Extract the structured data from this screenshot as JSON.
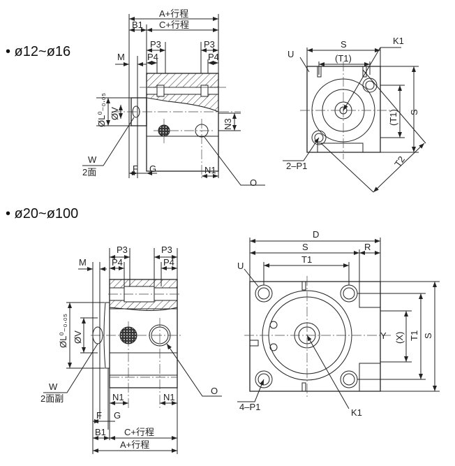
{
  "sections": [
    {
      "title": "• ø12~ø16"
    },
    {
      "title": "• ø20~ø100"
    }
  ],
  "top_side": {
    "A": "A+行程",
    "C": "C+行程",
    "B1": "B1",
    "M": "M",
    "P3a": "P3",
    "P3b": "P3",
    "P4a": "P4",
    "P4b": "P4",
    "L": "ØL⁰₋₀.₀₅",
    "V": "ØV",
    "N3": "N3",
    "W": "W",
    "W2": "2面",
    "F": "F",
    "G": "G",
    "N1": "N1",
    "O": "O"
  },
  "top_front": {
    "U": "U",
    "S": "S",
    "T1": "(T1)",
    "K1": "K1",
    "T1v": "(T1)",
    "Sv": "S",
    "T2": "T2",
    "P1": "2–P1"
  },
  "bottom_side": {
    "M": "M",
    "P3a": "P3",
    "P3b": "P3",
    "P4a": "P4",
    "P4b": "P4",
    "L": "ØL⁰₋₀.₀₅",
    "V": "ØV",
    "W": "W",
    "W2": "2面副",
    "N1a": "N1",
    "N1b": "N1",
    "O": "O",
    "F": "F",
    "G": "G",
    "B1": "B1",
    "C": "C+行程",
    "A": "A+行程"
  },
  "bottom_front": {
    "D": "D",
    "S": "S",
    "R": "R",
    "T1": "T1",
    "U": "U",
    "Y": "Y",
    "X": "(X)",
    "T1v": "T1",
    "Sv": "S",
    "P1": "4–P1",
    "K1": "K1"
  }
}
